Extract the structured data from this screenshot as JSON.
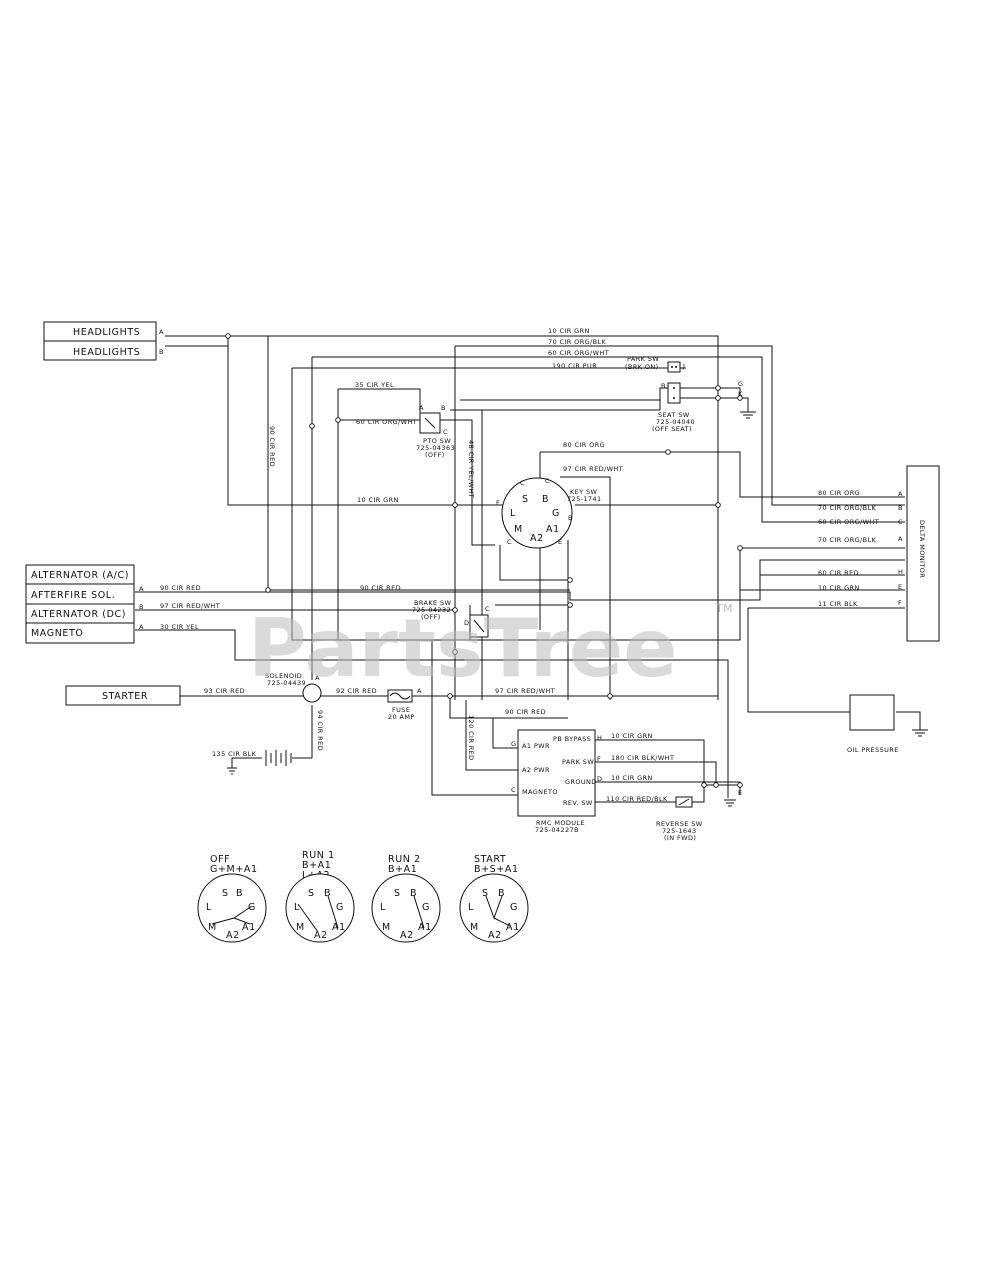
{
  "watermark": {
    "text": "PartsTree",
    "tm": "TM"
  },
  "blocks": {
    "headlights_a": "HEADLIGHTS",
    "headlights_b": "HEADLIGHTS",
    "alternator_ac": "ALTERNATOR (A/C)",
    "afterfire": "AFTERFIRE SOL.",
    "alternator_dc": "ALTERNATOR (DC)",
    "magneto": "MAGNETO",
    "starter": "STARTER",
    "delta_monitor": "DELTA MONITOR"
  },
  "wires": {
    "w10_grn_top": "10 CIR GRN",
    "w70_org_blk_top": "70 CIR ORG/BLK",
    "w60_org_wht_top": "60 CIR ORG/WHT",
    "w190_pur": "190 CIR PUR",
    "w35_yel": "35 CIR YEL",
    "w60_org_wht_pto": "60 CIR ORG/WHT",
    "w90_red_vert": "90 CIR RED",
    "w48_yel_wht": "48 CIR YEL/WHT",
    "w80_org": "80 CIR ORG",
    "w97_red_wht_key": "97 CIR RED/WHT",
    "w10_grn_mid": "10 CIR GRN",
    "w90_red_alt": "90 CIR RED",
    "w90_red_mid": "90 CIR RED",
    "w97_red_wht_afs": "97 CIR RED/WHT",
    "w30_yel": "30 CIR YEL",
    "w93_red": "93 CIR RED",
    "w92_red": "92 CIR RED",
    "w97_red_wht_low": "97 CIR RED/WHT",
    "w94_red": "94 CIR RED",
    "w90_red_low": "90 CIR RED",
    "w120_red": "120 CIR RED",
    "w135_blk": "135 CIR BLK",
    "dm_80_org": "80 CIR ORG",
    "dm_70_org_blk": "70 CIR ORG/BLK",
    "dm_60_org_wht": "60 CIR ORG/WHT",
    "dm_70_org_blk2": "70 CIR ORG/BLK",
    "dm_60_red": "60 CIR RED",
    "dm_10_grn": "10 CIR GRN",
    "dm_11_blk": "11 CIR BLK",
    "rmc_10_grn_a": "10 CIR GRN",
    "rmc_180_blk_wht": "180 CIR BLK/WHT",
    "rmc_10_grn_b": "10 CIR GRN",
    "rmc_110_red_blk": "110 CIR RED/BLK"
  },
  "pins": {
    "hl_a": "A",
    "hl_b": "B",
    "alt_a": "A",
    "alt_b": "B",
    "alt_a2": "A",
    "park_j": "J",
    "seat_b": "B",
    "seat_g": "G",
    "seat_k": "K",
    "dm_a": "A",
    "dm_b": "B",
    "dm_c": "C",
    "dm_a2": "A",
    "dm_h": "H",
    "dm_e": "E",
    "dm_f": "F",
    "pto_a": "A",
    "pto_b": "B",
    "pto_c": "C",
    "key_c1": "C",
    "key_c2": "C",
    "key_f": "F",
    "key_b": "B",
    "key_c3": "C",
    "key_e": "E",
    "brake_c": "C",
    "brake_d": "D",
    "sol_a": "A",
    "fuse_a": "A",
    "rmc_h": "H",
    "rmc_f": "F",
    "rmc_d": "D",
    "rmc_c": "C",
    "rmc_g": "G",
    "ground_e": "E"
  },
  "components": {
    "park_sw": "PARK SW",
    "park_sw_sub": "(BRK ON)",
    "seat_sw": "SEAT SW",
    "seat_sw_pn": "725-04040",
    "seat_sw_sub": "(OFF SEAT)",
    "pto_sw": "PTO SW",
    "pto_sw_pn": "725-04363",
    "pto_sw_sub": "(OFF)",
    "key_sw": "KEY SW",
    "key_sw_pn": "725-1741",
    "brake_sw": "BRAKE SW",
    "brake_sw_pn": "725-04232",
    "brake_sw_sub": "(OFF)",
    "solenoid": "SOLENOID",
    "solenoid_pn": "725-04439",
    "fuse": "FUSE",
    "fuse_amp": "20 AMP",
    "rmc_module": "RMC MODULE",
    "rmc_pn": "725-04227B",
    "reverse_sw": "REVERSE SW",
    "reverse_pn": "725-1643",
    "reverse_sub": "(IN FWD)",
    "oil_pressure": "OIL PRESSURE"
  },
  "key_terms": {
    "s": "S",
    "b": "B",
    "l": "L",
    "g": "G",
    "m": "M",
    "a1": "A1",
    "a2": "A2"
  },
  "rmc_ports": {
    "pb_bypass": "PB BYPASS",
    "a1_pwr": "A1 PWR",
    "park_sw": "PARK SW",
    "a2_pwr": "A2 PWR",
    "ground": "GROUND",
    "magneto": "MAGNETO",
    "rev_sw": "REV. SW"
  },
  "positions": [
    {
      "title": "OFF",
      "line1": "G+M+A1",
      "line2": ""
    },
    {
      "title": "RUN 1",
      "line1": "B+A1",
      "line2": "L+A2"
    },
    {
      "title": "RUN 2",
      "line1": "B+A1",
      "line2": ""
    },
    {
      "title": "START",
      "line1": "B+S+A1",
      "line2": ""
    }
  ]
}
